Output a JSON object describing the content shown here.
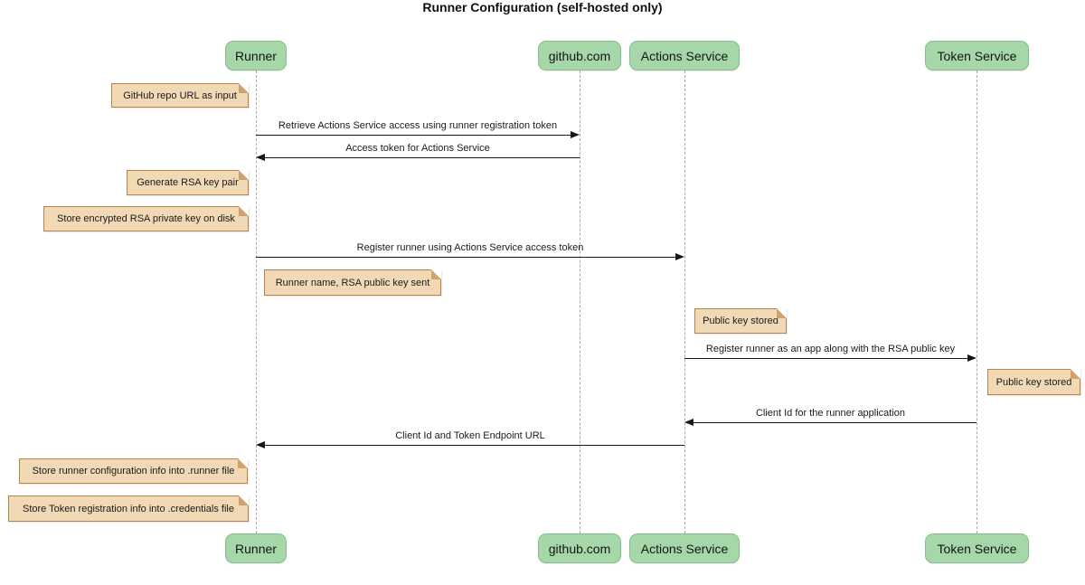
{
  "title": "Runner Configuration (self-hosted only)",
  "participants": [
    {
      "label": "Runner"
    },
    {
      "label": "github.com"
    },
    {
      "label": "Actions Service"
    },
    {
      "label": "Token Service"
    }
  ],
  "messages": [
    {
      "text": "Retrieve Actions Service access using runner registration token",
      "from": "Runner",
      "to": "github.com"
    },
    {
      "text": "Access token for Actions Service",
      "from": "github.com",
      "to": "Runner"
    },
    {
      "text": "Register runner using Actions Service access token",
      "from": "Runner",
      "to": "Actions Service"
    },
    {
      "text": "Register runner as an app along with the RSA public key",
      "from": "Actions Service",
      "to": "Token Service"
    },
    {
      "text": "Client Id for the runner application",
      "from": "Token Service",
      "to": "Actions Service"
    },
    {
      "text": "Client Id and Token Endpoint URL",
      "from": "Actions Service",
      "to": "Runner"
    }
  ],
  "notes": [
    {
      "text": "GitHub repo URL as input"
    },
    {
      "text": "Generate RSA key pair"
    },
    {
      "text": "Store encrypted RSA private key on disk"
    },
    {
      "text": "Runner name, RSA public key sent"
    },
    {
      "text": "Public key stored"
    },
    {
      "text": "Public key stored"
    },
    {
      "text": "Store runner configuration info into .runner file"
    },
    {
      "text": "Store Token registration info into .credentials file"
    }
  ],
  "colors": {
    "participant_fill": "#a6d7a9",
    "participant_border": "#84be88",
    "note_fill": "#f1d9b5",
    "note_border": "#b5834e",
    "lifeline": "#a9a9a9",
    "arrow": "#181818",
    "text": "#1a1a1a"
  }
}
